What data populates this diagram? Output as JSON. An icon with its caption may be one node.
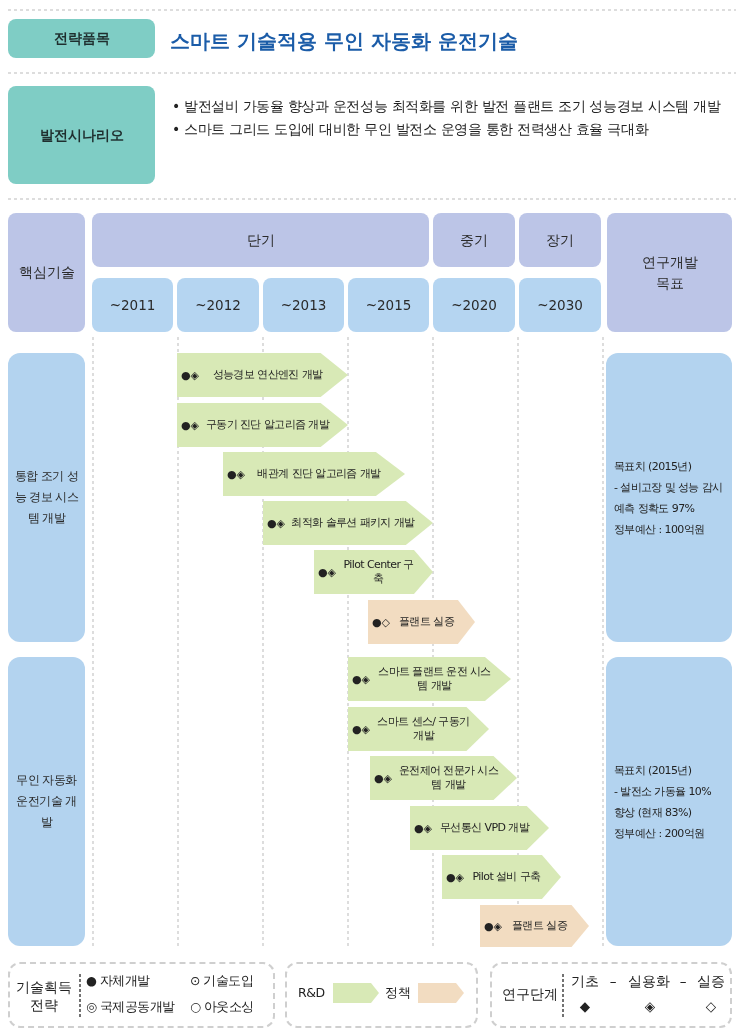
{
  "diagram": {
    "title": "스마트 기술적용 무인 자동화 운전기술",
    "nodes": [
      {
        "text": [
          "전략품목"
        ]
      },
      {
        "text": [
          "발전시나리오"
        ]
      },
      {
        "text": [
          "핵심기술"
        ]
      },
      {
        "text": [
          "단기"
        ]
      },
      {
        "text": [
          "중기"
        ]
      },
      {
        "text": [
          "장기"
        ]
      },
      {
        "text": [
          "연구개발 목표"
        ]
      },
      {
        "text": [
          "~2011"
        ]
      },
      {
        "text": [
          "~2012"
        ]
      },
      {
        "text": [
          "~2013"
        ]
      },
      {
        "text": [
          "~2015"
        ]
      },
      {
        "text": [
          "~2020"
        ]
      },
      {
        "text": [
          "~2030"
        ]
      },
      {
        "text": [
          "통합 조기 성능 경보 시스템 개발"
        ]
      },
      {
        "text": [
          "●◈",
          "성능경보 연산엔진 개발"
        ]
      },
      {
        "text": [
          "●◈",
          "구동기 진단 알고리즘 개발"
        ]
      },
      {
        "text": [
          "●◈",
          "배관계 진단 알고리즘 개발"
        ]
      },
      {
        "text": [
          "●◈",
          "최적화 솔루션 패키지 개발"
        ]
      },
      {
        "text": [
          "●◈",
          "Pilot Center 구축"
        ]
      },
      {
        "text": [
          "●◇",
          "플랜트 실증"
        ]
      },
      {
        "text": [
          "목표치 (2015년)",
          "- 설비고장 및 성능 감시예측 정확도 97%",
          "정부예산 : 100억원"
        ]
      },
      {
        "text": [
          "무인 자동화 운전기술 개발"
        ]
      },
      {
        "text": [
          "●◈",
          "스마트 플랜트 운전 시스템 개발"
        ]
      },
      {
        "text": [
          "●◈",
          "스마트 센스/ 구동기 개발"
        ]
      },
      {
        "text": [
          "●◈",
          "운전제어 전문가 시스템 개발"
        ]
      },
      {
        "text": [
          "●◈",
          "무선통신 VPD 개발"
        ]
      },
      {
        "text": [
          "●◈",
          "Pilot 설비 구축"
        ]
      },
      {
        "text": [
          "●◈",
          "플랜트 실증"
        ]
      },
      {
        "text": [
          "목표치 (2015년)",
          "- 발전소 가동율 10% 향상 (현재 83%)",
          "정부예산 : 200억원"
        ]
      }
    ],
    "edges": [],
    "labels": [
      "• 발전설비 가동율 향상과 운전성능 최적화를 위한 발전 플랜트 조기 성능경보 시스템 개발",
      "• 스마트 그리드 도입에 대비한 무인 발전소 운영을 통한 전력생산 효율 극대화",
      "기술획득 전략",
      "연구단계",
      "기초",
      "–",
      "실용화",
      "–",
      "실증",
      "◆",
      "◈",
      "◇"
    ],
    "legend": [
      {
        "text": "● 자체개발"
      },
      {
        "text": "⊙ 기술도입"
      },
      {
        "text": "◎ 국제공동개발"
      },
      {
        "text": "○ 아웃소싱"
      },
      {
        "text": "R&D",
        "color": "#d8e9b6"
      },
      {
        "text": "정책",
        "color": "#f2dcc1"
      }
    ]
  }
}
